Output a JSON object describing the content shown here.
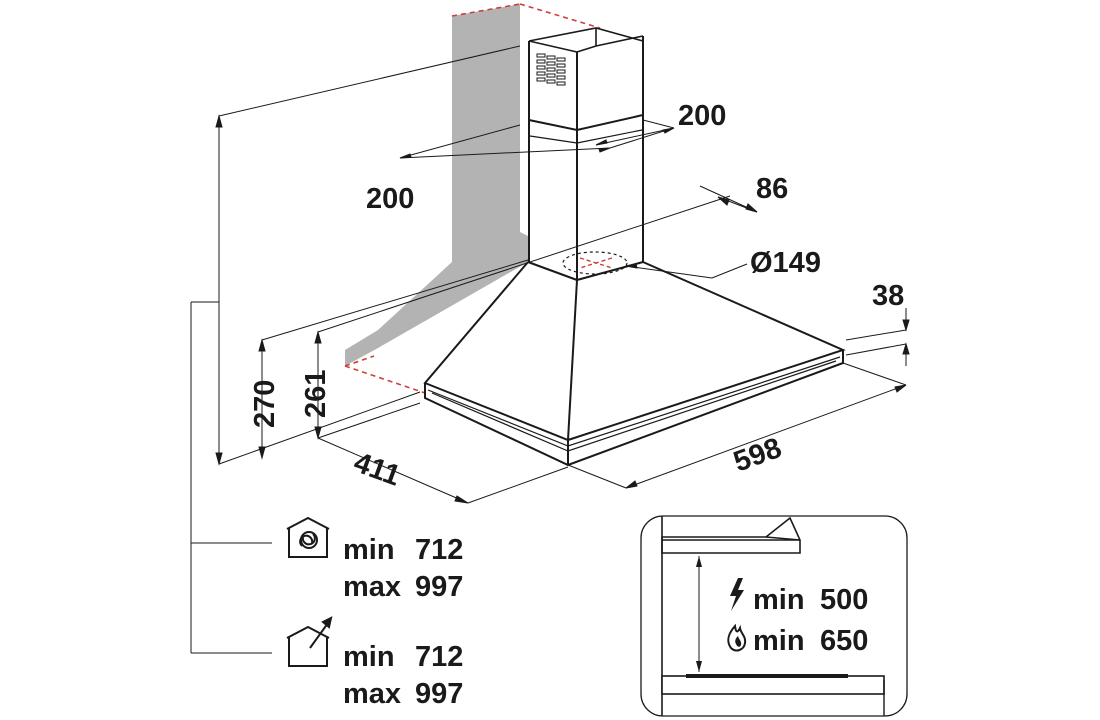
{
  "dimensions": {
    "chimney_width": "200",
    "chimney_depth": "200",
    "duct_offset": "86",
    "duct_diameter": "Ø149",
    "canopy_edge_height": "38",
    "hood_width": "598",
    "hood_depth": "411",
    "total_height_a": "270",
    "total_height_b": "261"
  },
  "height_specs": {
    "recirculation": {
      "icon": "house-recirculation-icon",
      "min_label": "min",
      "min_value": "712",
      "max_label": "max",
      "max_value": "997"
    },
    "extraction": {
      "icon": "house-extraction-icon",
      "min_label": "min",
      "min_value": "712",
      "max_label": "max",
      "max_value": "997"
    }
  },
  "installation_distance": {
    "electric": {
      "icon": "lightning-icon",
      "label": "min",
      "value": "500"
    },
    "gas": {
      "icon": "flame-icon",
      "label": "min",
      "value": "650"
    }
  },
  "colors": {
    "wall": "#b3b3b3",
    "outline": "#1a1a1a",
    "hidden_edge": "#d0403a"
  }
}
